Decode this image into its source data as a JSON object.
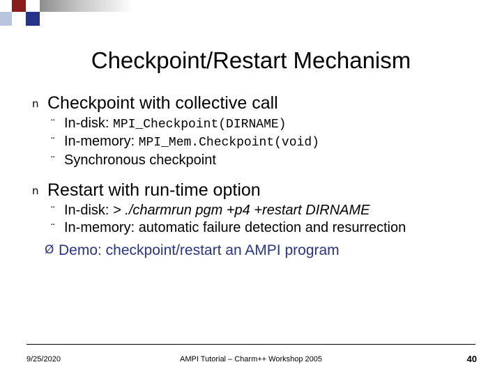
{
  "slide": {
    "title": "Checkpoint/Restart Mechanism",
    "sections": [
      {
        "bullet": "n",
        "heading": "Checkpoint with collective call",
        "items": [
          {
            "bullet": "¨",
            "label": "In-disk: ",
            "code": "MPI_Checkpoint(DIRNAME)",
            "plain": ""
          },
          {
            "bullet": "¨",
            "label": "In-memory: ",
            "code": "MPI_Mem.Checkpoint(void)",
            "plain": ""
          },
          {
            "bullet": "¨",
            "label": "Synchronous checkpoint",
            "code": "",
            "plain": ""
          }
        ]
      },
      {
        "bullet": "n",
        "heading": "Restart with run-time option",
        "items": [
          {
            "bullet": "¨",
            "label": "In-disk: ",
            "code": "",
            "plain": "> ./charmrun pgm +p4 +restart DIRNAME",
            "italic": true
          },
          {
            "bullet": "¨",
            "label": "In-memory: ",
            "code": "",
            "plain": "automatic failure detection and resurrection",
            "italic": false
          }
        ]
      }
    ],
    "demo": {
      "bullet": "Ø",
      "text": "Demo: checkpoint/restart an AMPI program"
    }
  },
  "footer": {
    "date": "9/25/2020",
    "center": "AMPI Tutorial – Charm++ Workshop 2005",
    "page": "40"
  },
  "colors": {
    "accent_red": "#8b1a1a",
    "accent_blue": "#26348b",
    "accent_lightblue": "#b9c4de",
    "demo_text": "#26348b",
    "text": "#000000"
  }
}
